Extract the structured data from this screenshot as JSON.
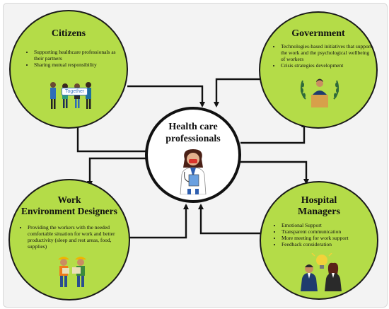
{
  "center": {
    "title_line1": "Health care",
    "title_line2": "professionals",
    "figure_icon": "healthcare-worker-icon"
  },
  "citizens": {
    "title": "Citizens",
    "items": [
      "Supporting healthcare professionals as their partners",
      "Sharing mutual responsibility"
    ],
    "sign_text": "Together",
    "figure_icon": "people-together-icon"
  },
  "government": {
    "title": "Government",
    "items": [
      "Technologies-based initiatives that support the work and the psychological wellbeing of workers",
      "Crisis strategies development"
    ],
    "figure_icon": "official-podium-icon"
  },
  "work_env": {
    "title_line1": "Work",
    "title_line2": "Environment Designers",
    "items": [
      "Providing the workers with the needed comfortable situation for work and better productivity (sleep and rest areas, food, supplies)"
    ],
    "figure_icon": "designers-icon"
  },
  "hospital": {
    "title_line1": "Hospital",
    "title_line2": "Managers",
    "items": [
      "Emotional Support",
      "Transparent communication",
      "More meeting for work support",
      "Feedback consideration"
    ],
    "figure_icon": "managers-idea-icon"
  },
  "colors": {
    "circle_fill": "#b4dc48",
    "outline": "#111111",
    "background": "#f3f3f3"
  }
}
